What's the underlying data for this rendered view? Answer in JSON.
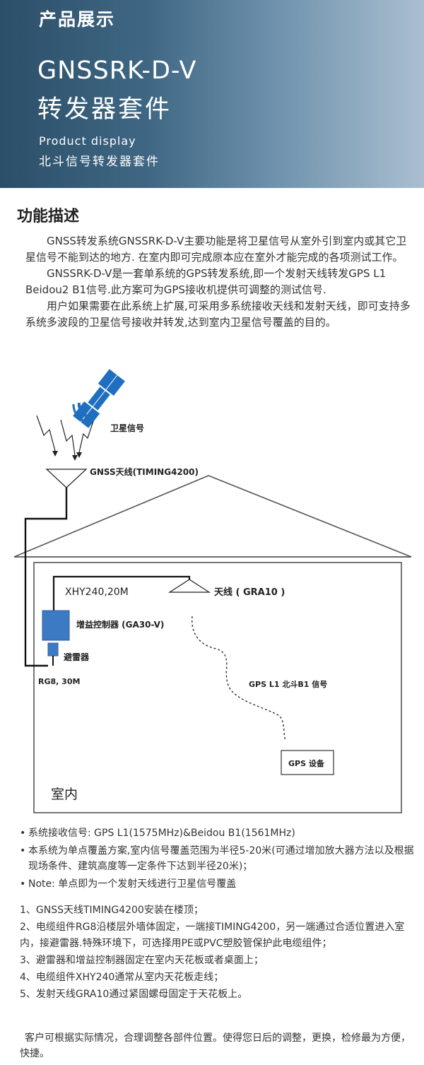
{
  "header": {
    "tag": "产品展示",
    "title_line1": "GNSSRK-D-V",
    "title_line2": "转发器套件",
    "subtitle_en": "Product display",
    "subtitle_cn": "北斗信号转发器套件"
  },
  "section": {
    "title": "功能描述",
    "paragraphs": [
      "GNSS转发系统GNSSRK-D-V主要功能是将卫星信号从室外引到室内或其它卫星信号不能到达的地方. 在室内即可完成原本应在室外才能完成的各项测试工作。",
      "GNSSRK-D-V是一套单系统的GPS转发系统,即一个发射天线转发GPS L1 Beidou2 B1信号.此方案可为GPS接收机提供可调整的测试信号.",
      "用户如果需要在此系统上扩展,可采用多系统接收天线和发射天线，即可支持多系统多波段的卫星信号接收并转发,达到室内卫星信号覆盖的目的。"
    ]
  },
  "diagram": {
    "satellite_label": "卫星信号",
    "gnss_antenna_label": "GNSS天线(TIMING4200)",
    "cable_label": "XHY240,20M",
    "indoor_antenna_label": "天线 ( GRA10 )",
    "controller_label": "增益控制器 (GA30-V)",
    "arrester_label": "避雷器",
    "rg8_label": "RG8, 30M",
    "signal_label": "GPS L1 北斗B1 信号",
    "device_label": "GPS 设备",
    "indoor_label": "室内"
  },
  "bullets": [
    "系统接收信号: GPS L1(1575MHz)&Beidou B1(1561MHz)",
    "本系统为单点覆盖方案,室内信号覆盖范围为半径5-20米(可通过增加放大器方法以及根据现场条件、建筑高度等一定条件下达到半径20米)；",
    "Note: 单点即为一个发射天线进行卫星信号覆盖"
  ],
  "steps": [
    "1、GNSS天线TIMING4200安装在楼顶；",
    "2、电缆组件RG8沿楼层外墙体固定，一端接TIMING4200，另一端通过合适位置进入室内，接避雷器.特殊环境下，可选择用PE或PVC塑胶管保护此电缆组件；",
    "3、避雷器和增益控制器固定在室内天花板或者桌面上；",
    "4、电缆组件XHY240通常从室内天花板走线；",
    "5、发射天线GRA10通过紧固螺母固定于天花板上。"
  ],
  "note": "客户可根据实际情况，合理调整各部件位置。使得您日后的调整，更换，检修最为方便，快捷。",
  "colors": {
    "banner_dark": "#2c4f68",
    "banner_light": "#a9bfd0",
    "satellite_blue": "#1f6fc0",
    "controller_blue": "#3d7ac4"
  }
}
